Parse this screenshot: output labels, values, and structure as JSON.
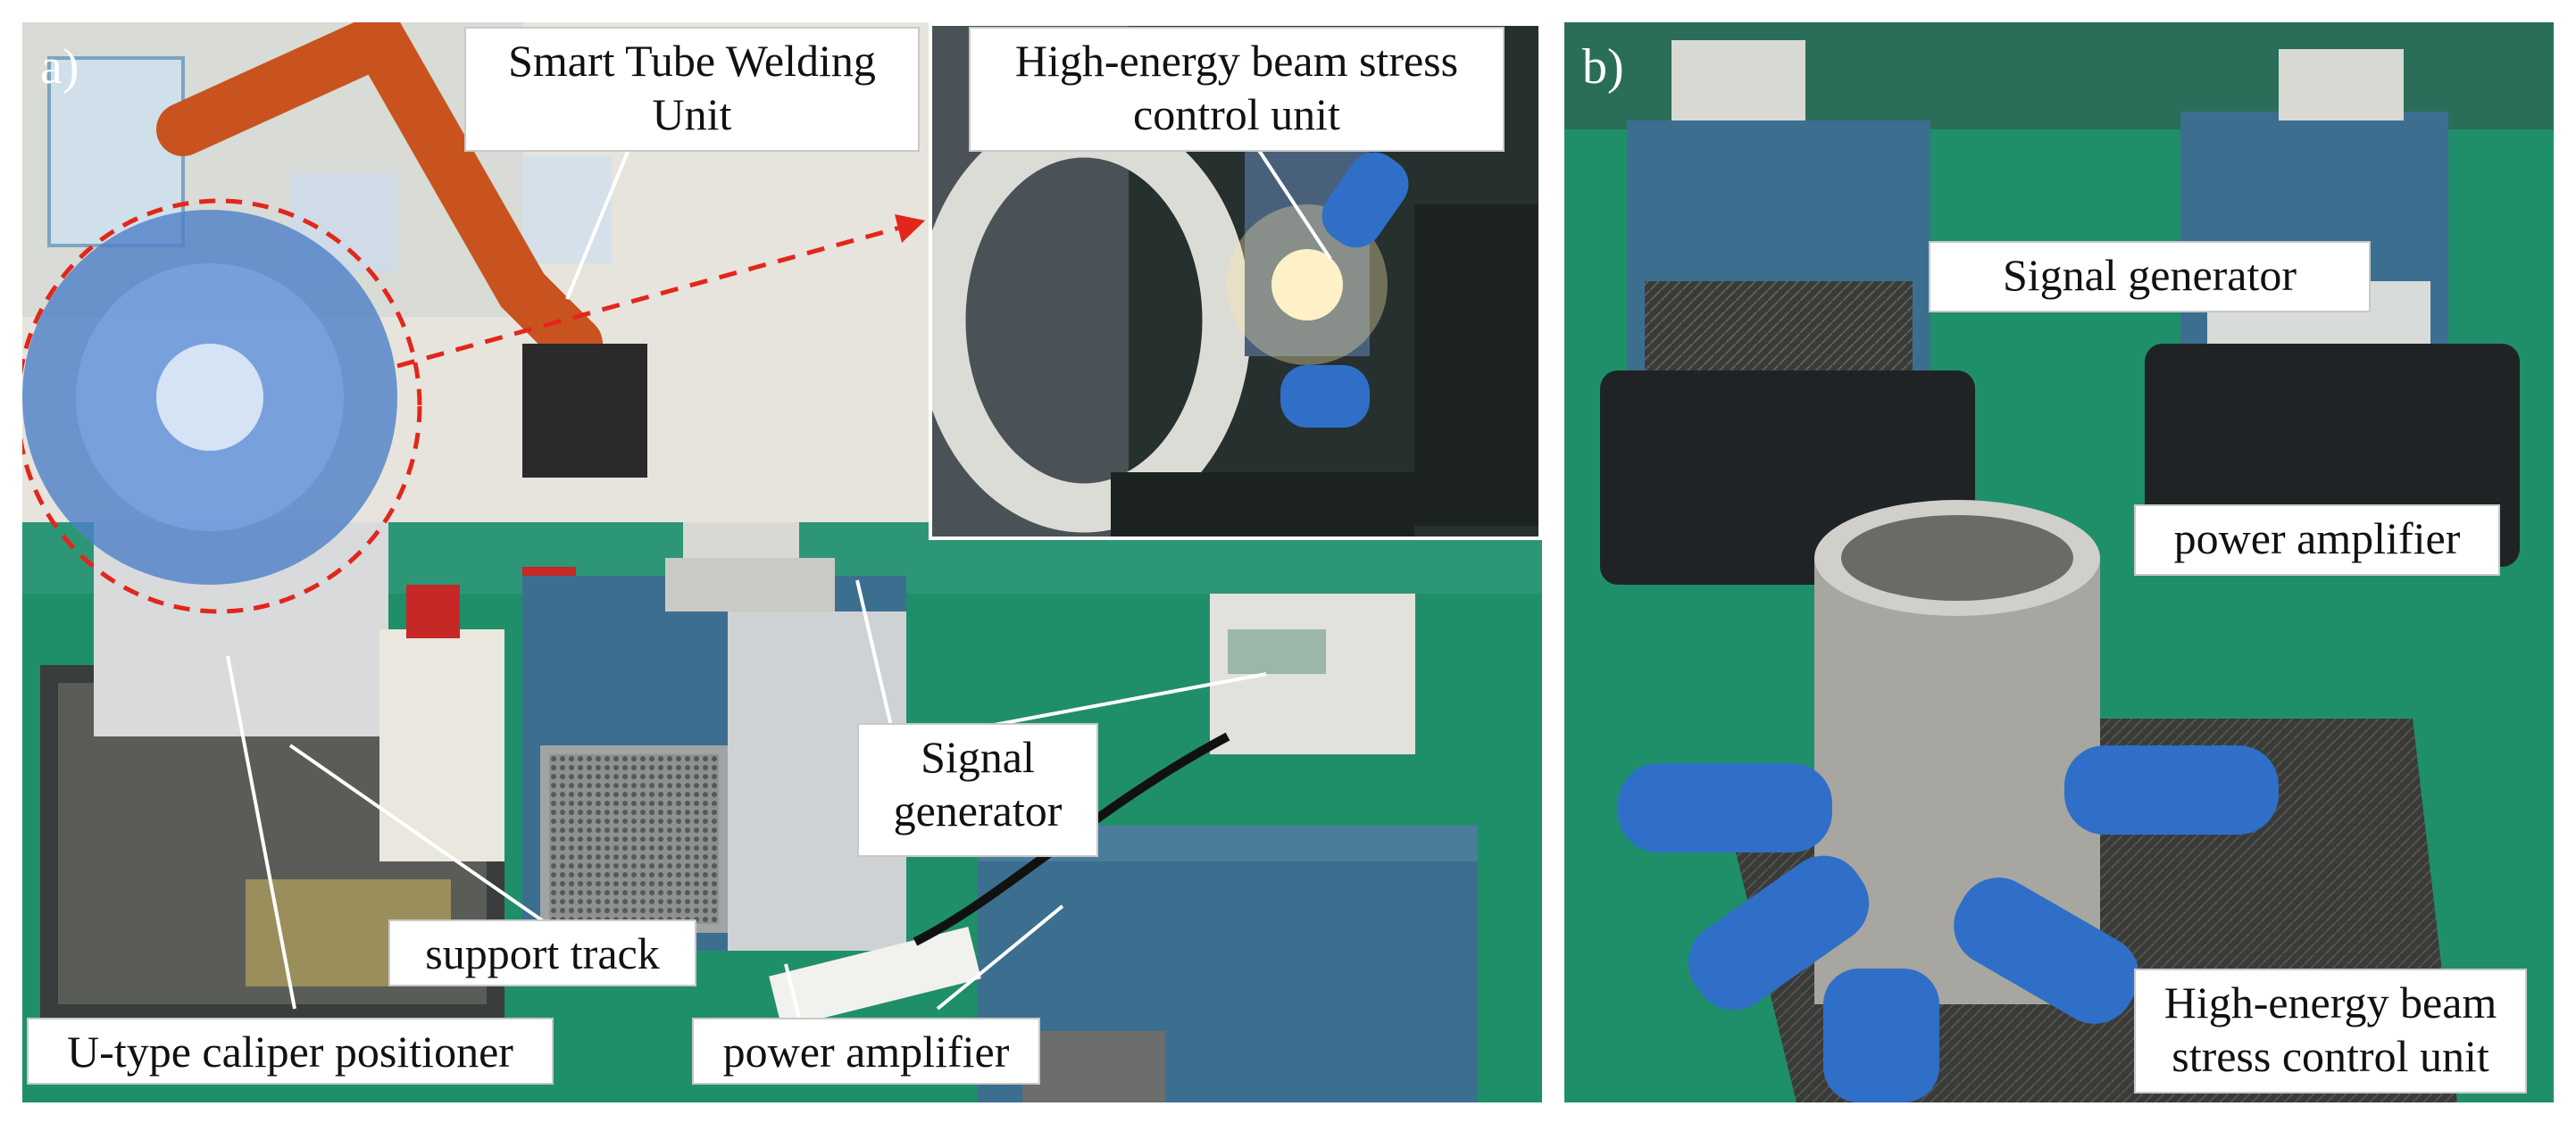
{
  "panel_a": {
    "tag": "a)",
    "labels": {
      "smart_tube_welding_unit": "Smart Tube Welding Unit",
      "hebsc_unit_inset": "High-energy beam stress control unit",
      "signal_generator": "Signal generator",
      "support_track": "support track",
      "u_type_caliper_positioner": "U-type caliper positioner",
      "power_amplifier": "power amplifier"
    }
  },
  "panel_b": {
    "tag": "b)",
    "labels": {
      "signal_generator": "Signal generator",
      "power_amplifier": "power amplifier",
      "hebsc_unit": "High-energy beam stress control unit"
    }
  },
  "colors": {
    "floor_green": "#1f8f6a",
    "robot_orange": "#c8531f",
    "amp_blue": "#3c6f8f",
    "pipe_steel": "#a8a6a0",
    "transducer_blue": "#2f6fc8",
    "case_black": "#202326",
    "arrow_red": "#e3261b"
  }
}
